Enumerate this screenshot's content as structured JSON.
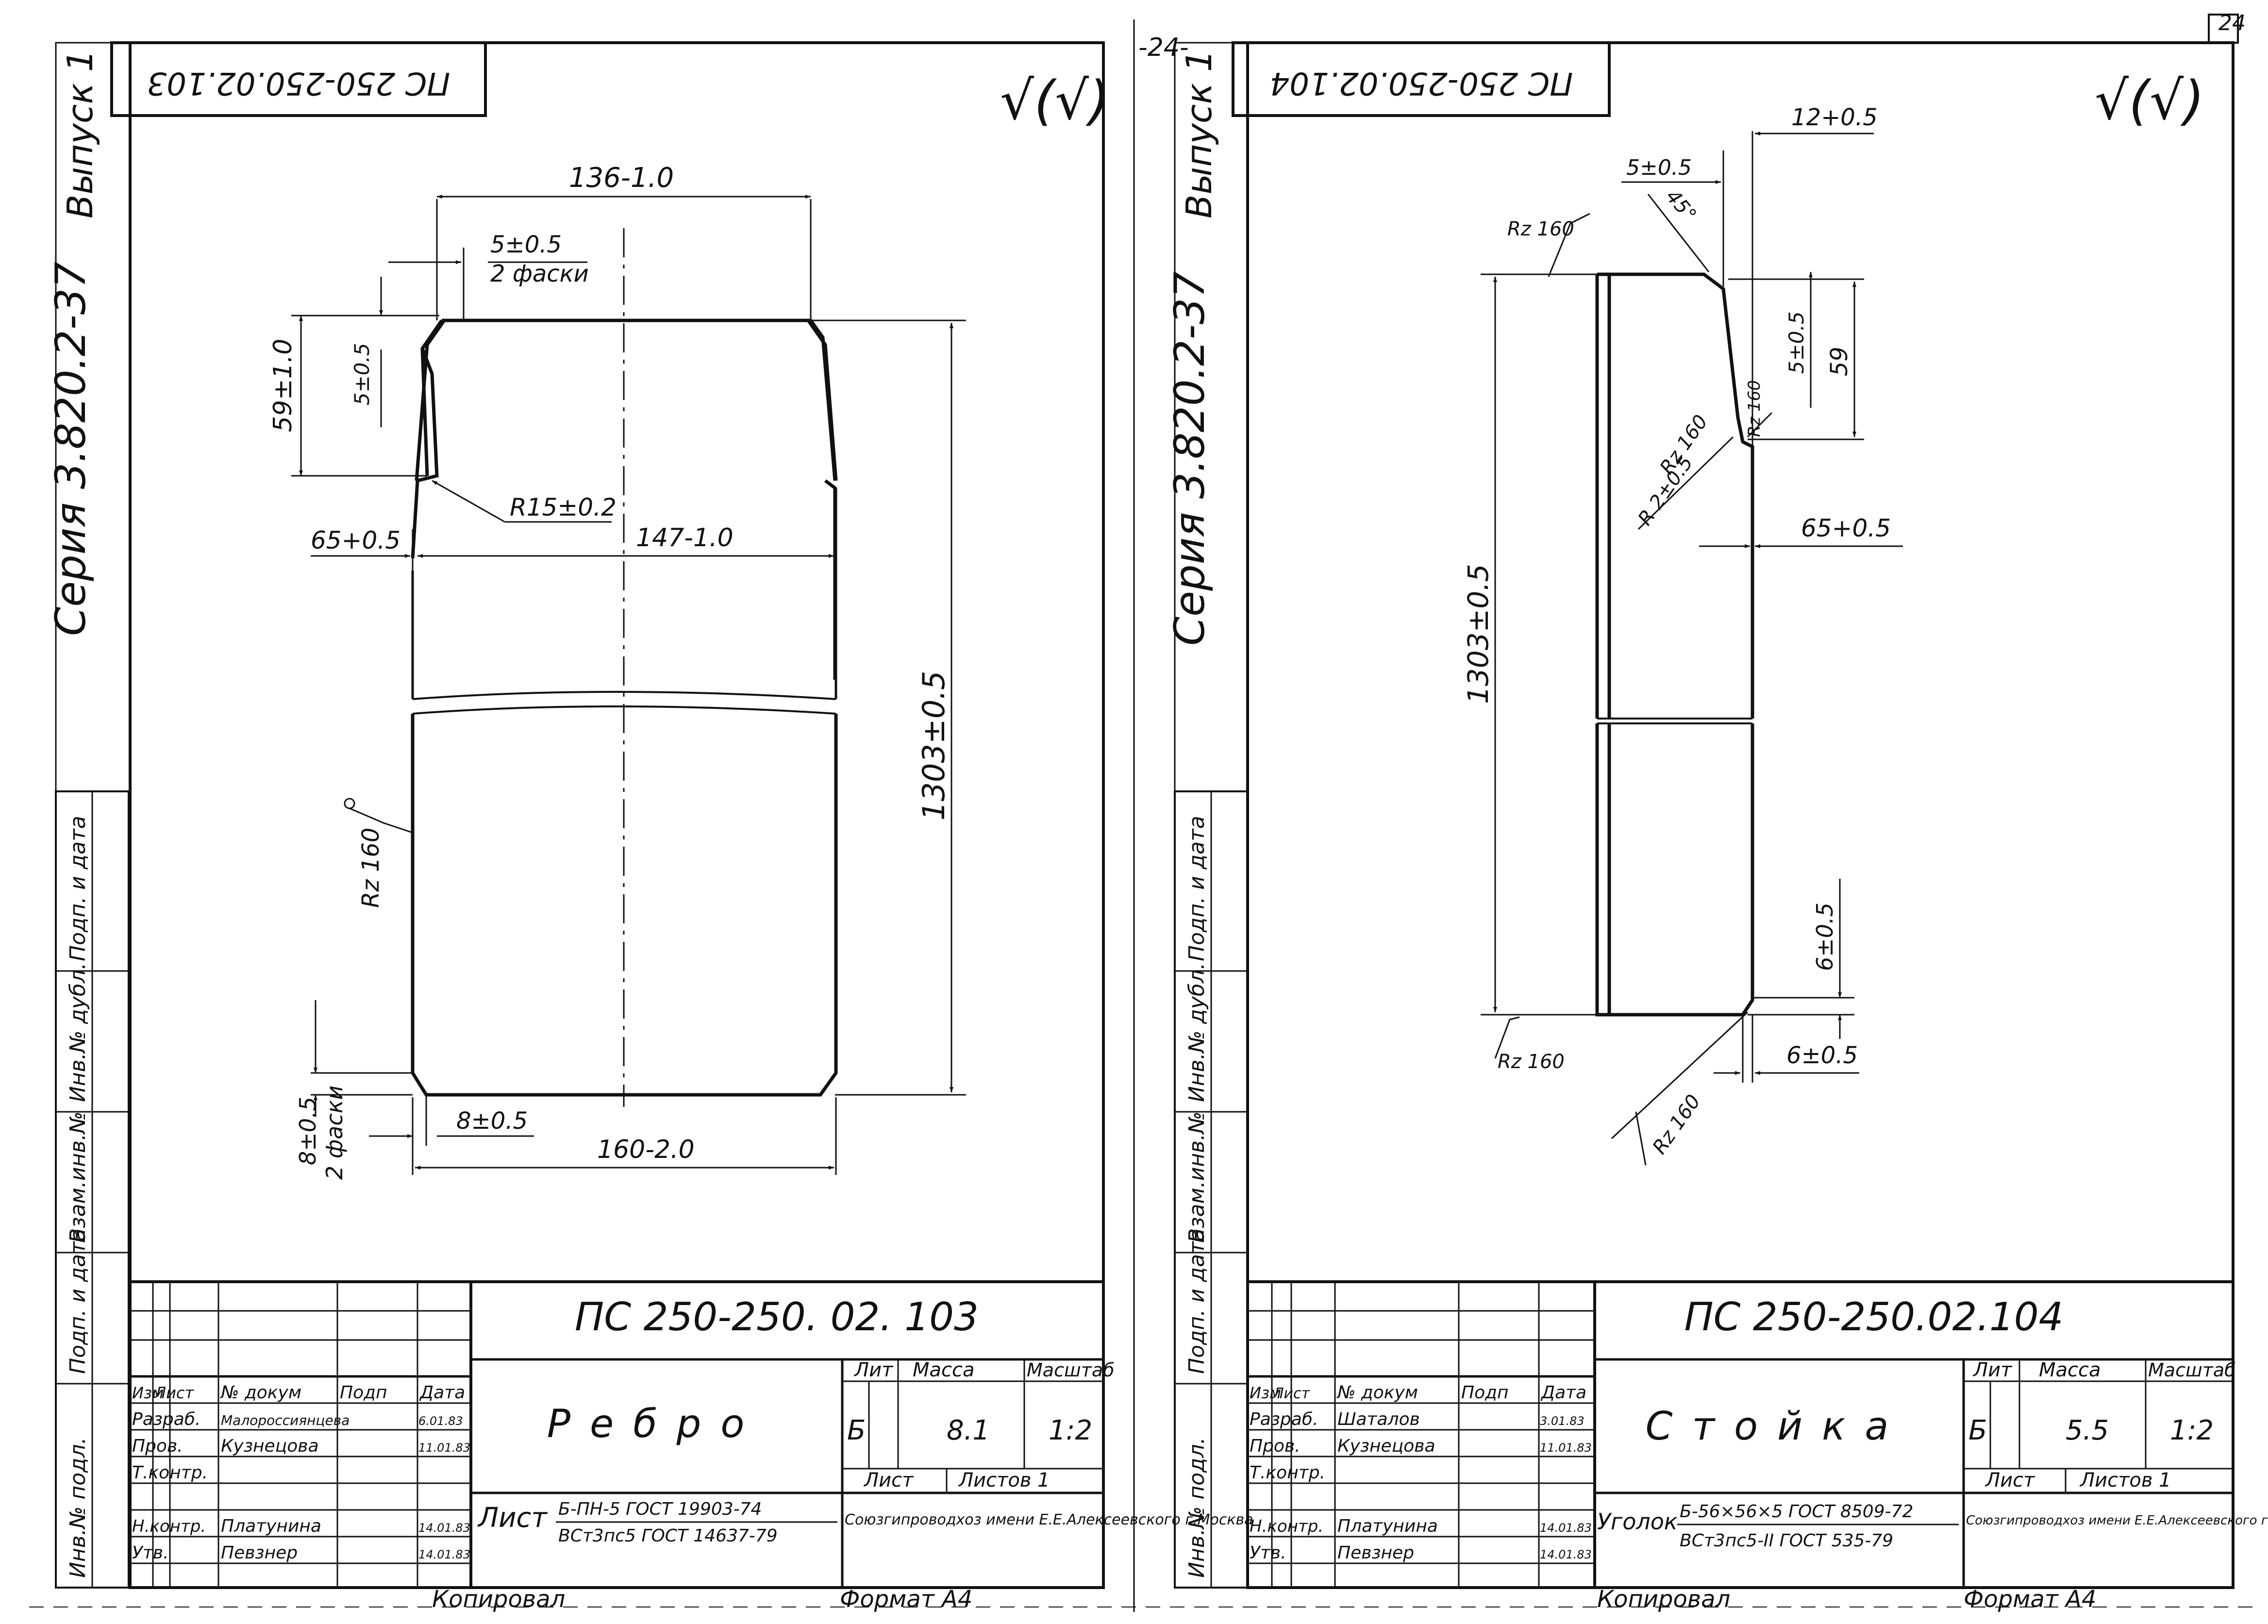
{
  "page_number_left": "-24-",
  "page_number_right": "24",
  "copied_label": "Копировал",
  "format_label": "Формат А4",
  "roughness_symbol": "√(√)",
  "series": "Серия 3.820.2-37",
  "issue": "Выпуск 1",
  "side_stamp": [
    "Инв.№ подл.",
    "Подп. и дата",
    "Взам.инв.№",
    "Инв.№ дубл.",
    "Подп. и дата"
  ],
  "tb_headers": {
    "izm": "Изм",
    "list": "Лист",
    "doc": "№ докум",
    "podp": "Подп",
    "date": "Дата",
    "lit": "Лит",
    "mass": "Масса",
    "scale": "Масштаб",
    "sheet": "Лист",
    "sheets": "Листов 1"
  },
  "tb_roles": {
    "razrab": "Разраб.",
    "prov": "Пров.",
    "tkontr": "Т.контр.",
    "nkontr": "Н.контр.",
    "utv": "Утв."
  },
  "sheets": [
    {
      "code_top": "ПС 250-250.02.103",
      "code": "ПС 250-250. 02. 103",
      "title": "Ребро",
      "lit": "Б",
      "mass": "8.1",
      "scale": "1:2",
      "material_label": "Лист",
      "material_top": "Б-ПН-5 ГОСТ 19903-74",
      "material_bottom": "ВСт3пс5 ГОСТ 14637-79",
      "org": "Союзгипроводхоз имени Е.Е.Алексеевского г.Москва",
      "people": [
        {
          "role": "Разраб.",
          "name": "Малороссиянцева",
          "date": "6.01.83"
        },
        {
          "role": "Пров.",
          "name": "Кузнецова",
          "date": "11.01.83"
        },
        {
          "role": "Т.контр.",
          "name": "",
          "date": ""
        },
        {
          "role": "Н.контр.",
          "name": "Платунина",
          "date": "14.01.83"
        },
        {
          "role": "Утв.",
          "name": "Певзнер",
          "date": "14.01.83"
        }
      ],
      "dims": {
        "top_width": "136-1.0",
        "chamfer_top": "5±0.5",
        "chamfer_top_note": "2 фаски",
        "chamfer_side": "5±0.5",
        "height_top": "59±1.0",
        "radius": "R15±0.2",
        "offset": "65+0.5",
        "mid_width": "147-1.0",
        "height": "1303±0.5",
        "roughness": "Rz 160",
        "chamfer_bottom": "8±0.5",
        "chamfer_bottom_note": "2 фаски",
        "chamfer_bottom_h": "8±0.5",
        "bottom_width": "160-2.0"
      }
    },
    {
      "code_top": "ПС 250-250.02.104",
      "code": "ПС 250-250.02.104",
      "title": "Стойка",
      "lit": "Б",
      "mass": "5.5",
      "scale": "1:2",
      "material_label": "Уголок",
      "material_top": "Б-56×56×5 ГОСТ 8509-72",
      "material_bottom": "ВСт3пс5-II ГОСТ 535-79",
      "org": "Союзгипроводхоз имени Е.Е.Алексеевского г.Москва",
      "people": [
        {
          "role": "Разраб.",
          "name": "Шаталов",
          "date": "3.01.83"
        },
        {
          "role": "Пров.",
          "name": "Кузнецова",
          "date": "11.01.83"
        },
        {
          "role": "Т.контр.",
          "name": "",
          "date": ""
        },
        {
          "role": "Н.контр.",
          "name": "Платунина",
          "date": "14.01.83"
        },
        {
          "role": "Утв.",
          "name": "Певзнер",
          "date": "14.01.83"
        }
      ],
      "dims": {
        "top_off": "12+0.5",
        "chamfer_top": "5±0.5",
        "chamfer_45": "45°",
        "roughness_top": "Rz 160",
        "chamfer_v": "5±0.5",
        "height_top": "59",
        "rz_corner": "Rz 160",
        "rz_inner": "Rz 160",
        "r_inner": "R 2±0.5",
        "offset": "65+0.5",
        "height": "1303±0.5",
        "chamfer_bottom_v": "6±0.5",
        "chamfer_bottom_h": "6±0.5",
        "rz_bottom_left": "Rz 160",
        "rz_bottom_diag": "Rz 160"
      }
    }
  ]
}
